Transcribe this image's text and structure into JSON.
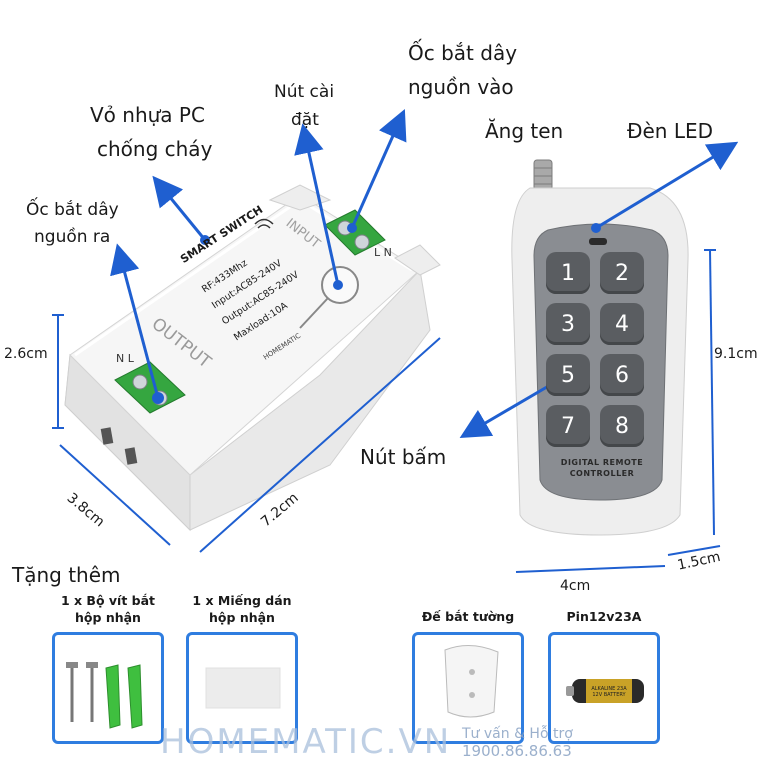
{
  "labels": {
    "housing": [
      "Vỏ nhựa PC",
      "chống cháy"
    ],
    "out_terminal": [
      "Ốc bắt dây",
      "nguồn ra"
    ],
    "setup_button": [
      "Nút cài",
      "đặt"
    ],
    "in_terminal": [
      "Ốc bắt dây",
      "nguồn vào"
    ],
    "antenna": "Ăng ten",
    "led": "Đèn LED",
    "button": "Nút bấm"
  },
  "receiver": {
    "brand": "SMART SWITCH",
    "specs": [
      "RF:433Mhz",
      "Input:AC85-240V",
      "Output:AC85-240V",
      "Maxload:10A"
    ],
    "output_text": "OUTPUT",
    "input_text": "INPUT",
    "maker": "HOMEMATIC",
    "terminal_out": "N L",
    "terminal_in": "L N"
  },
  "remote": {
    "buttons": [
      "1",
      "2",
      "3",
      "4",
      "5",
      "6",
      "7",
      "8"
    ],
    "caption_1": "DIGITAL REMOTE",
    "caption_2": "CONTROLLER"
  },
  "dimensions": {
    "height": "2.6cm",
    "depth": "3.8cm",
    "length": "7.2cm",
    "remote_height": "9.1cm",
    "remote_width": "4cm",
    "remote_thickness": "1.5cm"
  },
  "gifts": {
    "title": "Tặng thêm",
    "items": [
      {
        "line1": "1 x Bộ vít bắt",
        "line2": "hộp nhận"
      },
      {
        "line1": "1 x Miếng dán",
        "line2": "hộp nhận"
      },
      {
        "line1": "Đế bắt tường",
        "line2": ""
      },
      {
        "line1": "Pin12v23A",
        "line2": ""
      }
    ],
    "battery_text": "ALKALINE 23A 12V BATTERY"
  },
  "watermark": {
    "brand": "HOMEMATIC.VN",
    "support": "Tư vấn & Hỗ trợ",
    "phone": "1900.86.86.63"
  },
  "colors": {
    "arrow": "#1f5fd0",
    "accent_box": "#2f7de0",
    "terminal_green": "#35a640",
    "remote_body": "#eeeeee",
    "remote_panel": "#8a8d92",
    "button_face": "#5a5d61"
  }
}
